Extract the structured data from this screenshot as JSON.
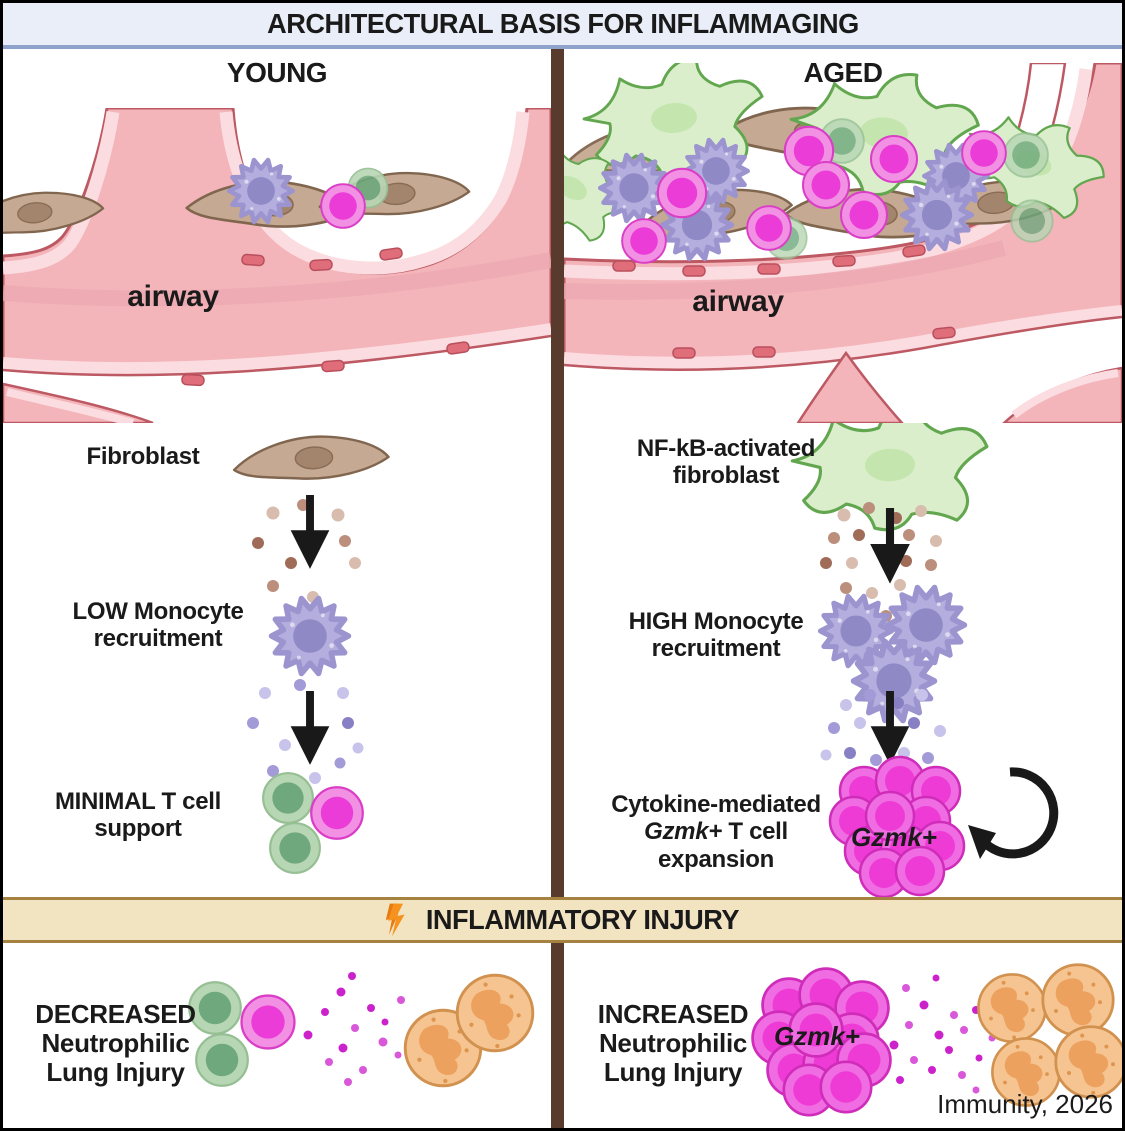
{
  "title": "ARCHITECTURAL BASIS FOR INFLAMMAGING",
  "young": {
    "header": "YOUNG",
    "airway": "airway",
    "fibroblast": "Fibroblast",
    "mono1": "LOW Monocyte",
    "mono2": "recruitment",
    "tcell1": "MINIMAL T cell",
    "tcell2": "support"
  },
  "aged": {
    "header": "AGED",
    "airway": "airway",
    "fibro1": "NF-kB-activated",
    "fibro2": "fibroblast",
    "mono1": "HIGH Monocyte",
    "mono2": "recruitment",
    "exp1": "Cytokine-mediated",
    "exp_gene": "Gzmk+",
    "exp2": " T cell",
    "exp3": "expansion",
    "gzmk_badge": "Gzmk+"
  },
  "banner": {
    "label": "INFLAMMATORY INJURY"
  },
  "injury_young": {
    "l1": "DECREASED",
    "l2": "Neutrophilic",
    "l3": "Lung Injury"
  },
  "injury_aged": {
    "l1": "INCREASED",
    "l2": "Neutrophilic",
    "l3": "Lung Injury",
    "gzmk_badge": "Gzmk+"
  },
  "credit": "Immunity, 2026",
  "colors": {
    "title_bar_bg": "#e9eef9",
    "title_bar_underline": "#8da3cc",
    "divider_brown": "#583b2d",
    "banner_bg": "#f3e4c1",
    "banner_border": "#a5823f",
    "bolt_orange": "#f6921e",
    "airway_pink": "#f3b5ba",
    "airway_wall_light": "#fbdce0",
    "airway_outline": "#bd5963",
    "muscle_bump": "#e06d7a",
    "fibroblast_brown": "#c6a992",
    "fibroblast_green": "#daeecb",
    "fibroblast_green_outline": "#62a74f",
    "monocyte_purple": "#b4aede",
    "t_cell_green": "#b7d6b4",
    "t_cell_magenta": "#eb3cd7",
    "gzmk_magenta": "#f06ce2",
    "neutrophil_orange": "#f6c490",
    "cytokine_dot_magenta": "#cc22cc",
    "ink": "#1a1a1a"
  }
}
